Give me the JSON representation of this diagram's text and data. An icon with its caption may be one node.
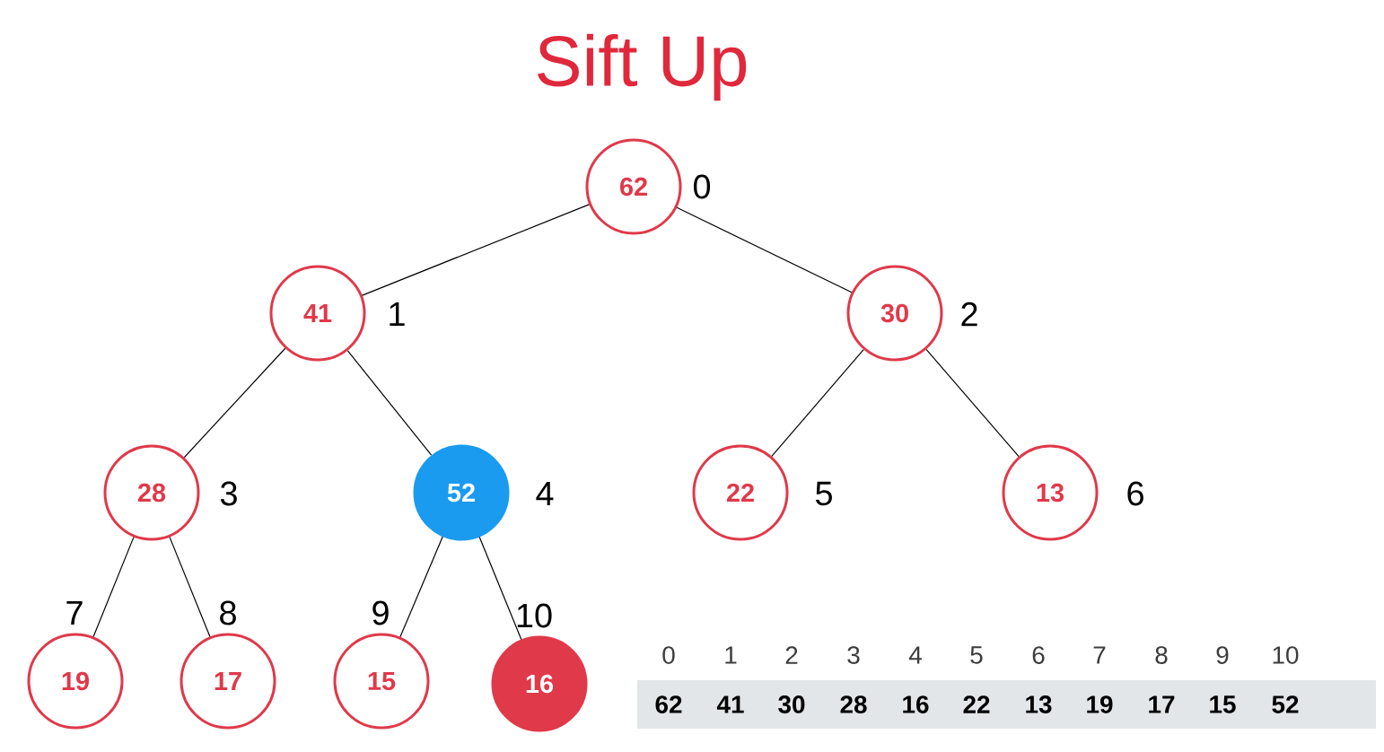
{
  "diagram": {
    "title": "Sift Up",
    "nodes": [
      {
        "text": [
          "62"
        ],
        "beside": [
          "0"
        ]
      },
      {
        "text": [
          "41"
        ],
        "beside": [
          "1"
        ]
      },
      {
        "text": [
          "30"
        ],
        "beside": [
          "2"
        ]
      },
      {
        "text": [
          "28"
        ],
        "beside": [
          "3"
        ]
      },
      {
        "text": [
          "52"
        ],
        "beside": [
          "4"
        ]
      },
      {
        "text": [
          "22"
        ],
        "beside": [
          "5"
        ]
      },
      {
        "text": [
          "13"
        ],
        "beside": [
          "6"
        ]
      },
      {
        "text": [
          "19"
        ],
        "beside": [
          "7"
        ]
      },
      {
        "text": [
          "17"
        ],
        "beside": [
          "8"
        ]
      },
      {
        "text": [
          "15"
        ],
        "beside": [
          "9"
        ]
      },
      {
        "text": [
          "16"
        ],
        "beside": [
          "10"
        ]
      }
    ],
    "edges": [
      {
        "from": 0,
        "to": 1,
        "arrow": "none"
      },
      {
        "from": 0,
        "to": 2,
        "arrow": "none"
      },
      {
        "from": 1,
        "to": 3,
        "arrow": "none"
      },
      {
        "from": 1,
        "to": 4,
        "arrow": "none"
      },
      {
        "from": 2,
        "to": 5,
        "arrow": "none"
      },
      {
        "from": 2,
        "to": 6,
        "arrow": "none"
      },
      {
        "from": 3,
        "to": 7,
        "arrow": "none"
      },
      {
        "from": 3,
        "to": 8,
        "arrow": "none"
      },
      {
        "from": 4,
        "to": 9,
        "arrow": "none"
      },
      {
        "from": 4,
        "to": 10,
        "arrow": "none"
      }
    ],
    "labels": [
      "0",
      "1",
      "2",
      "3",
      "4",
      "5",
      "6",
      "7",
      "8",
      "9",
      "10",
      "62",
      "41",
      "30",
      "28",
      "16",
      "22",
      "13",
      "19",
      "17",
      "15",
      "52"
    ]
  }
}
